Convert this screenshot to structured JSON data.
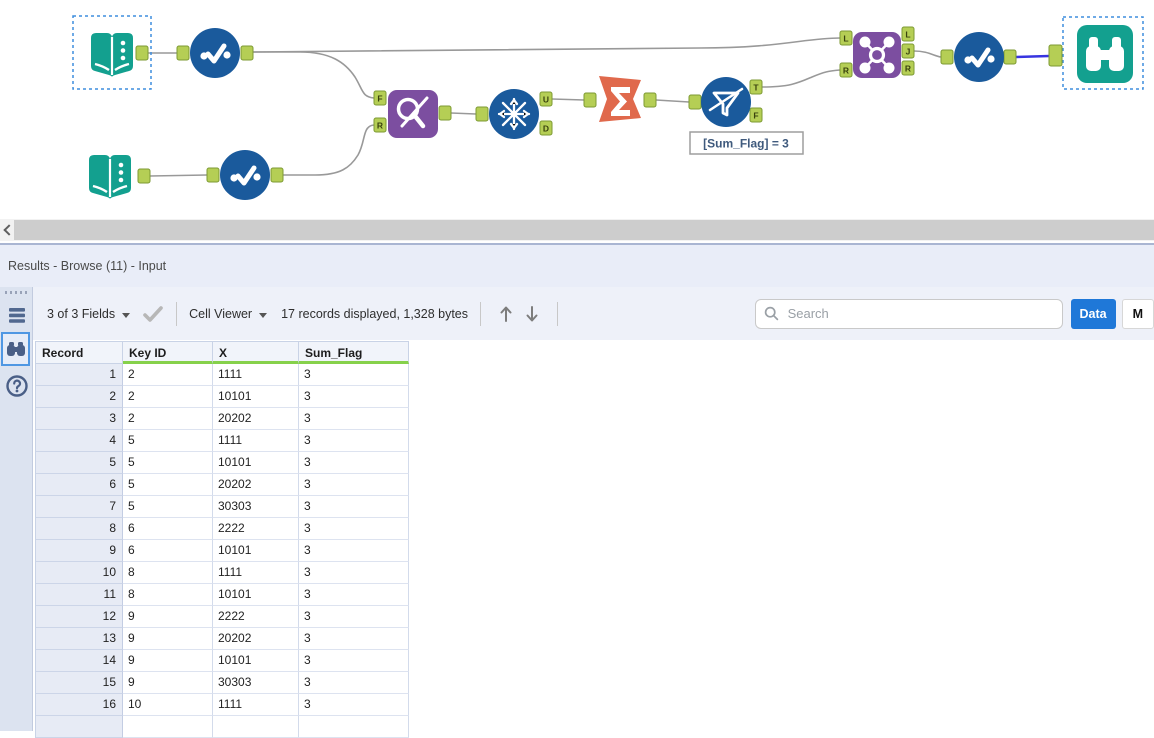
{
  "canvas": {
    "annotation": "[Sum_Flag] = 3",
    "ports": {
      "find_f": "F",
      "find_r": "R",
      "unique_u": "U",
      "unique_d": "D",
      "filter_t": "T",
      "filter_f": "F",
      "join_in_l": "L",
      "join_in_r": "R",
      "join_out_l": "L",
      "join_out_j": "J",
      "join_out_r": "R"
    },
    "selected": [
      "input-data-1",
      "browse",
      "connection-select-3-to-browse"
    ],
    "colors": {
      "tool_teal": "#13a08f",
      "tool_blue": "#1a5a9c",
      "tool_purple": "#7c4ea0",
      "tool_orange": "#e0694c",
      "anchor_green": "#b5ce55",
      "wire_gray": "#999999",
      "selected_wire_blue": "#3734e0",
      "selection_dash_blue": "#3e8ddd",
      "quality_green": "#86d14b",
      "data_button_blue": "#1f78d8"
    },
    "icons": {
      "input-data-icon": "open-book",
      "select-icon": "check-circle",
      "find-replace-icon": "magnifier-pencil",
      "unique-icon": "snowflake-circle",
      "summarize-icon": "sigma-banner",
      "filter-icon": "funnel-circle",
      "join-icon": "network-square",
      "browse-icon": "binoculars"
    }
  },
  "results": {
    "title": "Results - Browse (11) - Input",
    "toolbar": {
      "fields_dropdown": "3 of 3 Fields",
      "cell_viewer": "Cell Viewer",
      "records_info": "17 records displayed, 1,328 bytes",
      "search_placeholder": "Search",
      "data_button": "Data",
      "metadata_button": "M"
    },
    "sidebar_icons": {
      "grid-view-icon": "stacked-rows",
      "browse-view-icon": "binoculars",
      "help-icon": "question-circle"
    },
    "table": {
      "columns": [
        "Record",
        "Key ID",
        "X",
        "Sum_Flag"
      ],
      "rows": [
        [
          "1",
          "2",
          "1111",
          "3"
        ],
        [
          "2",
          "2",
          "10101",
          "3"
        ],
        [
          "3",
          "2",
          "20202",
          "3"
        ],
        [
          "4",
          "5",
          "1111",
          "3"
        ],
        [
          "5",
          "5",
          "10101",
          "3"
        ],
        [
          "6",
          "5",
          "20202",
          "3"
        ],
        [
          "7",
          "5",
          "30303",
          "3"
        ],
        [
          "8",
          "6",
          "2222",
          "3"
        ],
        [
          "9",
          "6",
          "10101",
          "3"
        ],
        [
          "10",
          "8",
          "1111",
          "3"
        ],
        [
          "11",
          "8",
          "10101",
          "3"
        ],
        [
          "12",
          "9",
          "2222",
          "3"
        ],
        [
          "13",
          "9",
          "20202",
          "3"
        ],
        [
          "14",
          "9",
          "10101",
          "3"
        ],
        [
          "15",
          "9",
          "30303",
          "3"
        ],
        [
          "16",
          "10",
          "1111",
          "3"
        ]
      ]
    }
  }
}
